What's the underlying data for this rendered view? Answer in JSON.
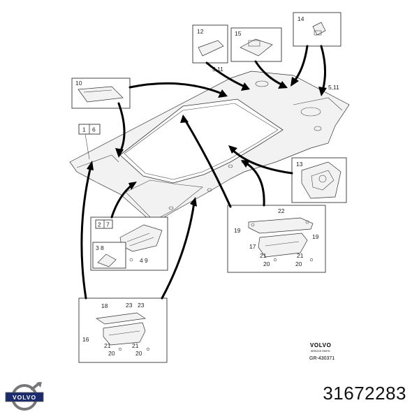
{
  "callouts": {
    "c1": "1",
    "c6": "6",
    "c2": "2",
    "c7": "7",
    "c3": "3",
    "c8": "8",
    "c4": "4",
    "c9": "9",
    "c10": "10",
    "c12": "12",
    "c13": "13",
    "c14": "14",
    "c15": "15",
    "c511a": "5,11",
    "c511b": "5,11",
    "c22": "22",
    "c19a": "19",
    "c19b": "19",
    "c17": "17",
    "c21a": "21",
    "c21b": "21",
    "c20a": "20",
    "c20b": "20",
    "c18": "18",
    "c23a": "23",
    "c23b": "23",
    "c16": "16",
    "c21c": "21",
    "c21d": "21",
    "c20c": "20",
    "c20d": "20"
  },
  "stamp": {
    "brand": "VOLVO",
    "sub": "SERVICE PARTS",
    "code": "GR-430371"
  },
  "logo": {
    "text": "VOLVO",
    "color": "#1a2a6c"
  },
  "part_number": "31672283"
}
